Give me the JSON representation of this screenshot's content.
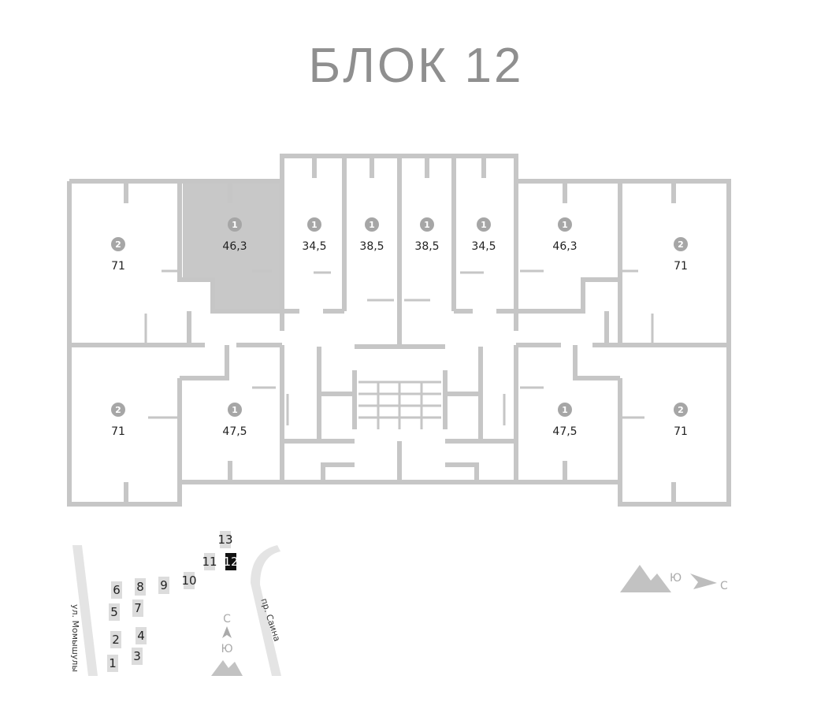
{
  "title": "БЛОК 12",
  "highlight_color": "#c8c8c8",
  "wall_color": "#c6c6c6",
  "apartments": [
    {
      "rooms": "2",
      "area": "71",
      "selected": false
    },
    {
      "rooms": "1",
      "area": "46,3",
      "selected": true
    },
    {
      "rooms": "1",
      "area": "34,5",
      "selected": false
    },
    {
      "rooms": "1",
      "area": "38,5",
      "selected": false
    },
    {
      "rooms": "1",
      "area": "38,5",
      "selected": false
    },
    {
      "rooms": "1",
      "area": "34,5",
      "selected": false
    },
    {
      "rooms": "1",
      "area": "46,3",
      "selected": false
    },
    {
      "rooms": "2",
      "area": "71",
      "selected": false
    },
    {
      "rooms": "2",
      "area": "71",
      "selected": false
    },
    {
      "rooms": "1",
      "area": "47,5",
      "selected": false
    },
    {
      "rooms": "1",
      "area": "47,5",
      "selected": false
    },
    {
      "rooms": "2",
      "area": "71",
      "selected": false
    }
  ],
  "site_plan": {
    "buildings": [
      "1",
      "2",
      "3",
      "4",
      "5",
      "6",
      "7",
      "8",
      "9",
      "10",
      "11",
      "12",
      "13"
    ],
    "current_building": "12",
    "streets": [
      "ул. Момышулы",
      "пр. Саина"
    ],
    "compass": {
      "north": "С",
      "south": "Ю"
    }
  },
  "plan_compass": {
    "south": "Ю",
    "north": "С"
  }
}
